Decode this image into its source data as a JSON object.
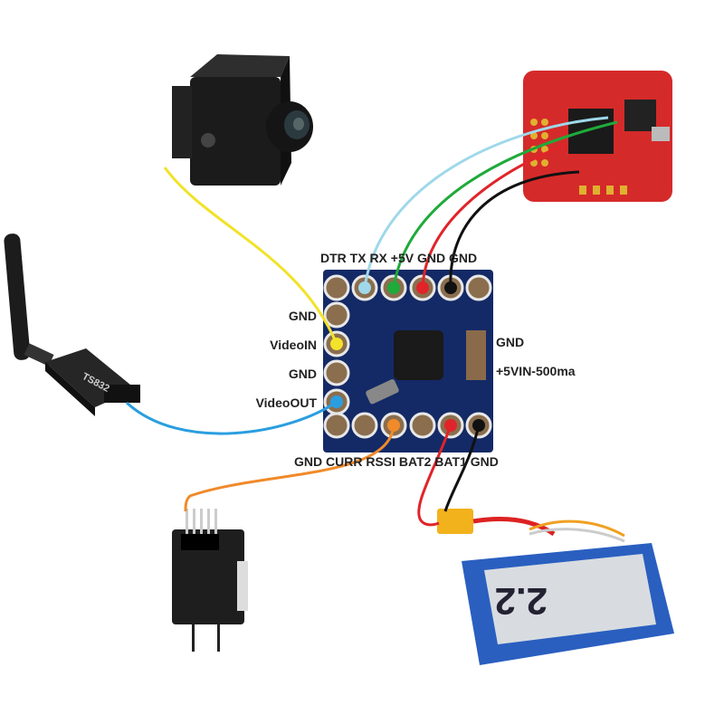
{
  "labels": {
    "top_header": "DTR TX RX +5V GND GND",
    "left": [
      "GND",
      "VideoIN",
      "GND",
      "VideoOUT"
    ],
    "right": [
      "GND",
      "+5VIN-500ma"
    ],
    "bottom_header": "GND CURR RSSI BAT2 BAT1 GND"
  },
  "components": {
    "transmitter_marking": "TS832",
    "battery_marking": "2.2"
  },
  "wire_colors": {
    "video_in": "#f2e229",
    "video_out": "#2a9ee0",
    "tx": "#9fd8ea",
    "rx": "#1faa3a",
    "plus5v": "#e0242a",
    "gnd": "#111111",
    "rssi": "#f08a2a",
    "bat1": "#e0242a"
  }
}
